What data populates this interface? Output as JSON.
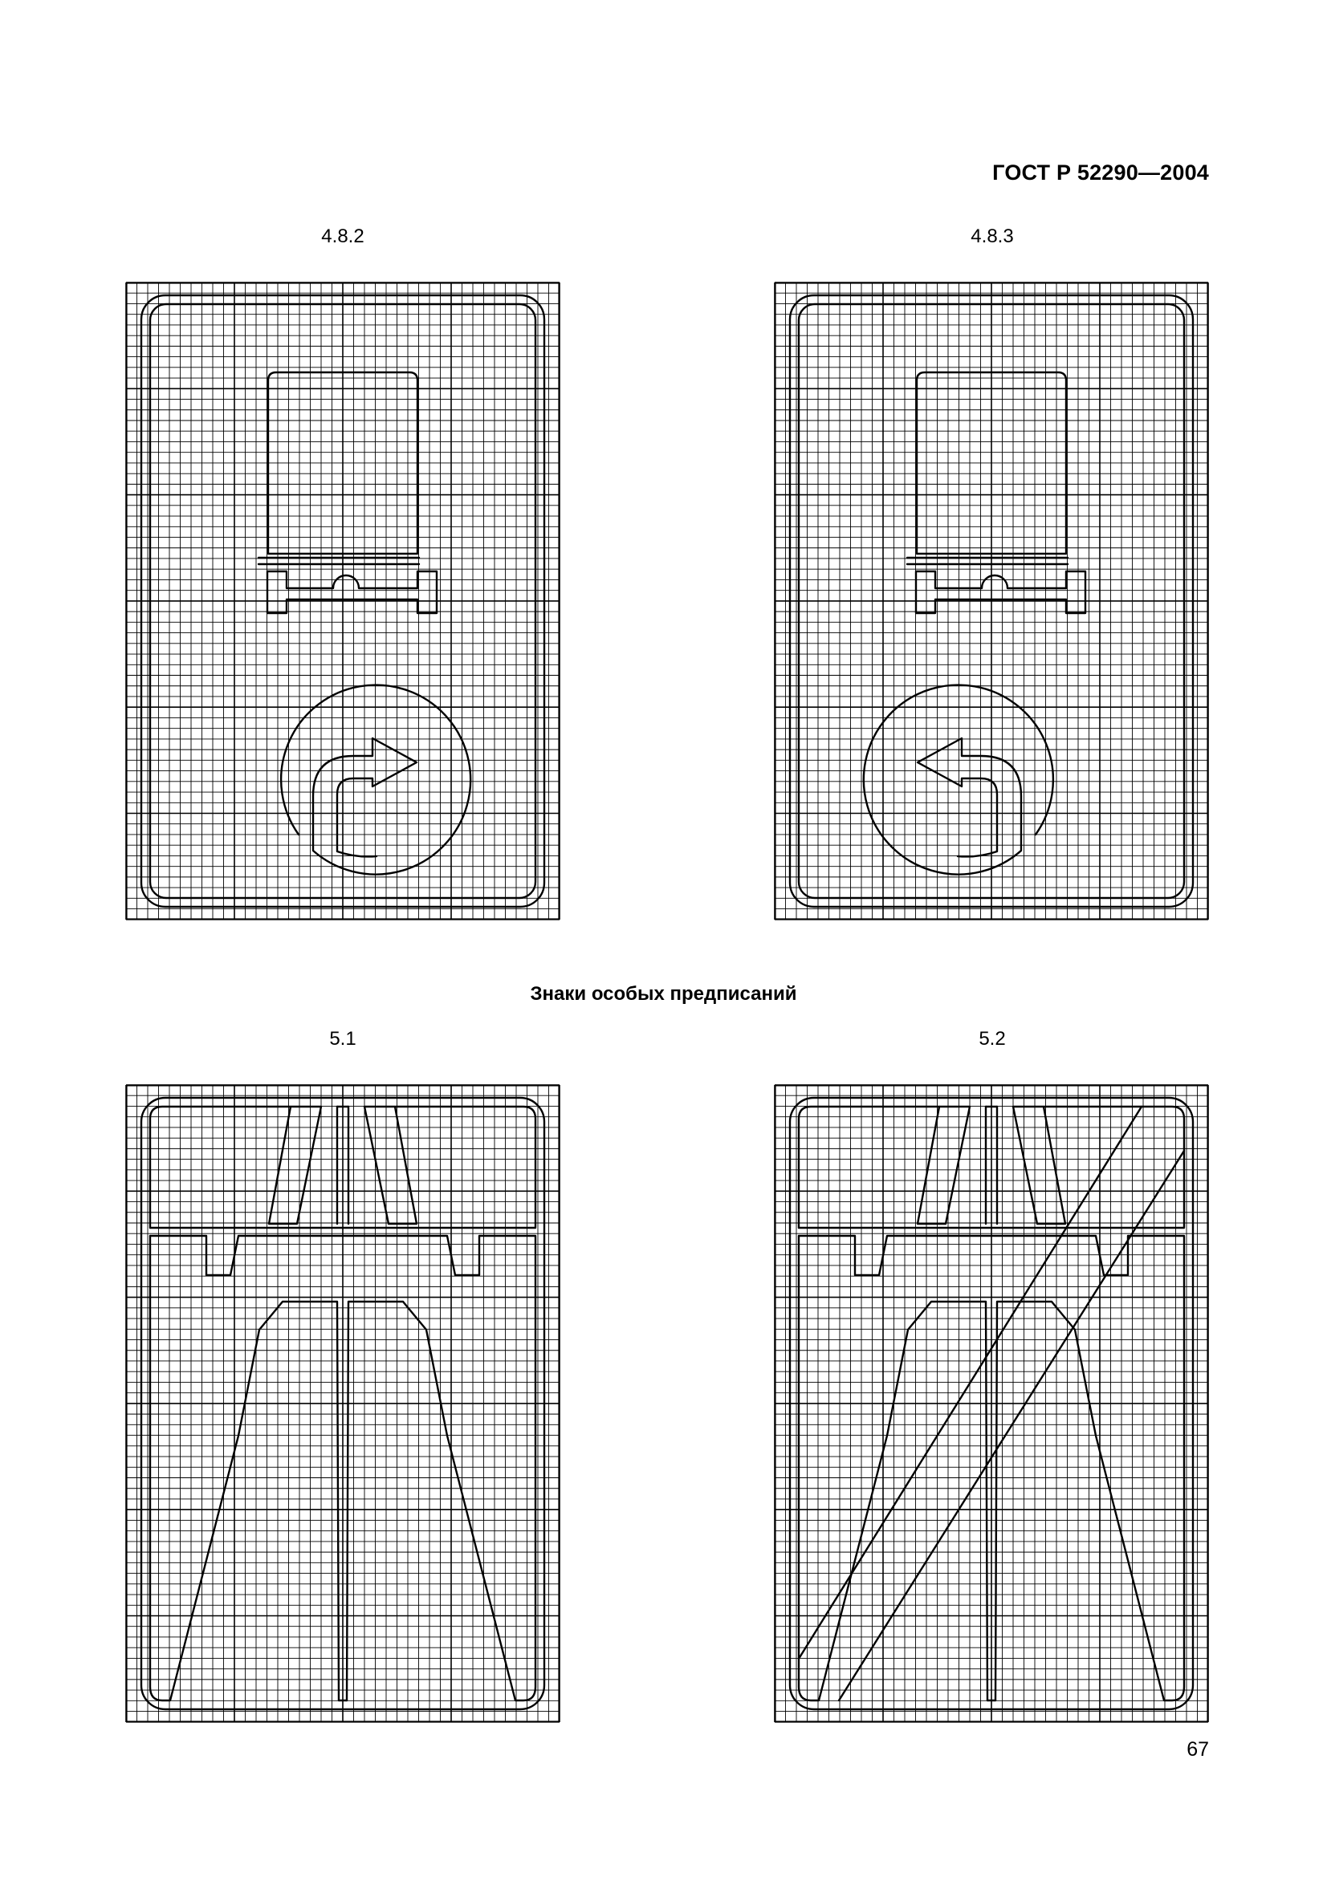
{
  "header": {
    "standard_number": "ГОСТ Р 52290—2004"
  },
  "figures": [
    {
      "id": "4.8.2",
      "label": "4.8.2"
    },
    {
      "id": "4.8.3",
      "label": "4.8.3"
    },
    {
      "id": "5.1",
      "label": "5.1"
    },
    {
      "id": "5.2",
      "label": "5.2"
    }
  ],
  "section_title": "Знаки особых предписаний",
  "footer": {
    "page_number": "67"
  }
}
